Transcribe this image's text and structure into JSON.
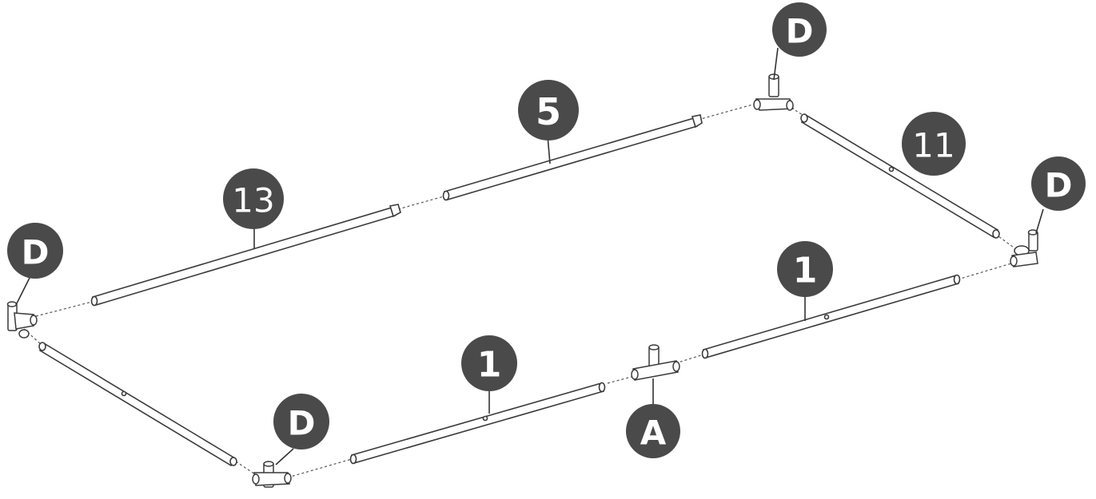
{
  "labels": {
    "d_top_right": "D",
    "d_right": "D",
    "d_left": "D",
    "d_bottom": "D",
    "a_joint": "A",
    "pipe_5": "5",
    "pipe_11": "11",
    "pipe_13": "13",
    "pipe_1_right": "1",
    "pipe_1_left": "1"
  },
  "colors": {
    "badge": "#4a4a4a",
    "line": "#3a3a3a"
  }
}
